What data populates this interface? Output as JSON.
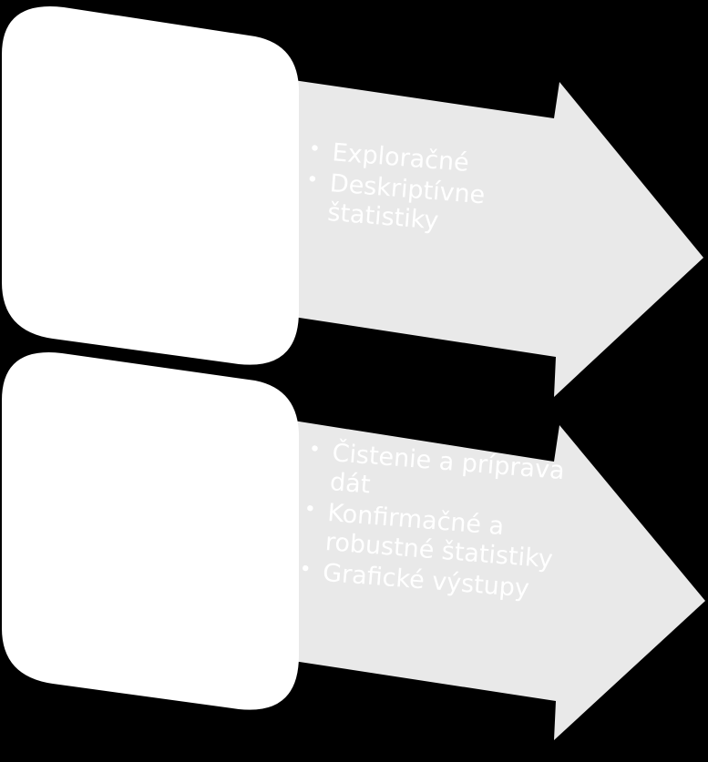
{
  "colors": {
    "background": "#000000",
    "box": "#ffffff",
    "arrow": "#e9e9e9",
    "text": "#ffffff"
  },
  "rows": [
    {
      "box_label": "",
      "items": [
        "Exploračné",
        "Deskriptívne štatistiky"
      ]
    },
    {
      "box_label": "",
      "items": [
        "Čistenie a príprava dát",
        "Konfirmačné a robustné štatistiky",
        "Grafické výstupy"
      ]
    }
  ]
}
